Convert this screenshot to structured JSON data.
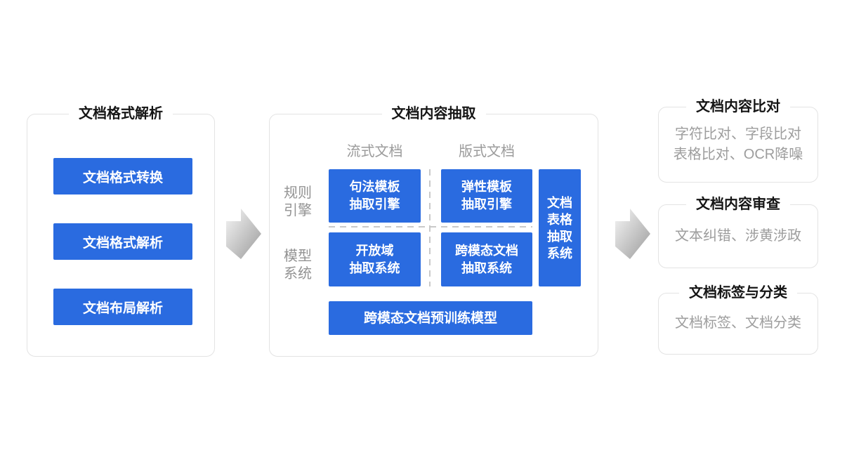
{
  "colors": {
    "accent_blue": "#2a6be0",
    "panel_border": "#e3e3e3",
    "muted_gray_text": "#9b9b9b",
    "title_text": "#151515",
    "arrow_gradient_start": "#efefef",
    "arrow_gradient_end": "#9f9f9f"
  },
  "left_panel": {
    "title": "文档格式解析",
    "items": [
      "文档格式转换",
      "文档格式解析",
      "文档布局解析"
    ]
  },
  "middle_panel": {
    "title": "文档内容抽取",
    "column_labels": [
      "流式文档",
      "版式文档"
    ],
    "row_labels": [
      {
        "line1": "规则",
        "line2": "引擎"
      },
      {
        "line1": "模型",
        "line2": "系统"
      }
    ],
    "box_syntax": {
      "line1": "句法模板",
      "line2": "抽取引擎"
    },
    "box_elastic": {
      "line1": "弹性模板",
      "line2": "抽取引擎"
    },
    "box_table": {
      "lines": [
        "文档",
        "表格",
        "抽取",
        "系统"
      ]
    },
    "box_open_domain": {
      "line1": "开放域",
      "line2": "抽取系统"
    },
    "box_crossmodal": {
      "line1": "跨模态文档",
      "line2": "抽取系统"
    },
    "box_pretrain": "跨模态文档预训练模型"
  },
  "right_panels": [
    {
      "title": "文档内容比对",
      "line1": "字符比对、字段比对",
      "line2": "表格比对、OCR降噪"
    },
    {
      "title": "文档内容审查",
      "line1": "文本纠错、涉黄涉政"
    },
    {
      "title": "文档标签与分类",
      "line1": "文档标签、文档分类"
    }
  ]
}
